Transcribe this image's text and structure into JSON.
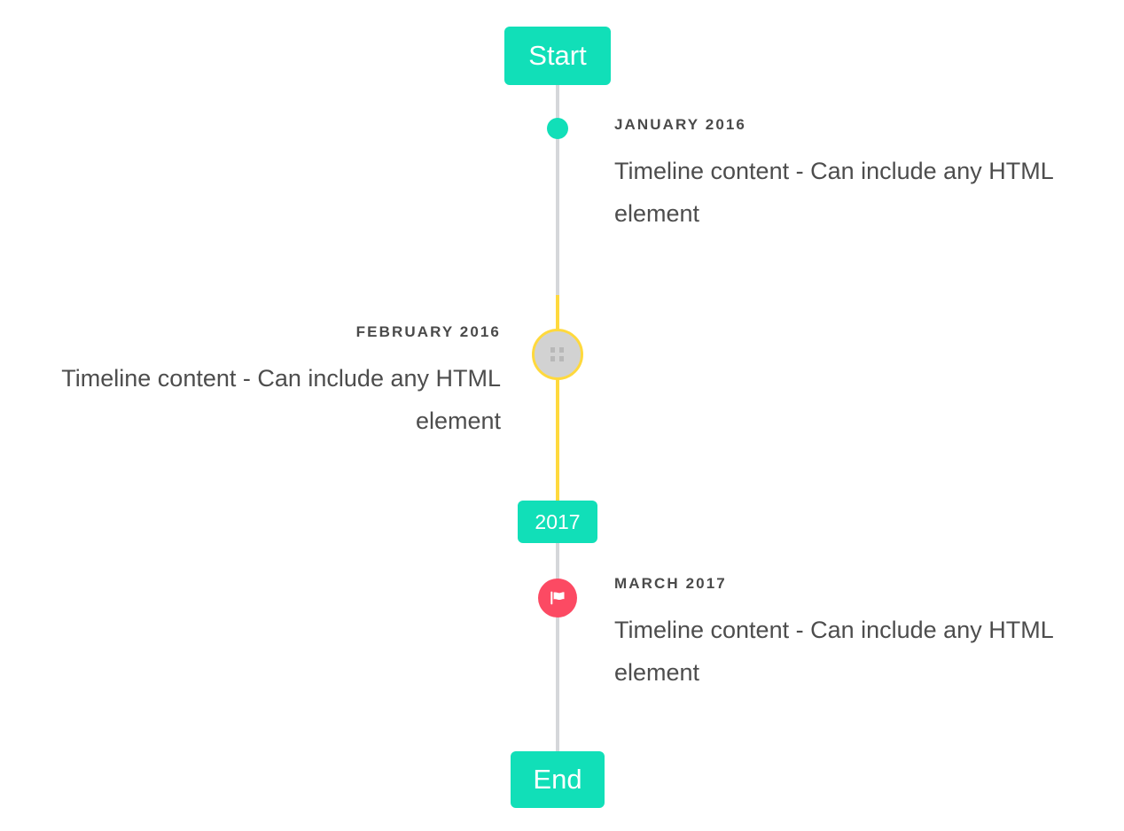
{
  "timeline": {
    "start_label": "Start",
    "end_label": "End",
    "year_divider_label": "2017",
    "colors": {
      "accent_teal": "#11dfb8",
      "rail_gray": "#d5d7da",
      "rail_yellow": "#ffd93d",
      "marker_gray": "#d2d2d2",
      "marker_pink": "#fc4a63",
      "heading_text": "#4a4a4a",
      "body_text": "#4d4d4d",
      "background": "#ffffff"
    },
    "entries": [
      {
        "heading": "JANUARY 2016",
        "body": "Timeline content - Can include any HTML element",
        "side": "right",
        "marker": "filled-dot",
        "marker_icon": "dot-icon"
      },
      {
        "heading": "FEBRUARY 2016",
        "body": "Timeline content - Can include any HTML element",
        "side": "left",
        "marker": "ringed-circle",
        "marker_icon": "image-placeholder-icon"
      },
      {
        "heading": "MARCH 2017",
        "body": "Timeline content - Can include any HTML element",
        "side": "right",
        "marker": "flag-circle",
        "marker_icon": "flag-icon"
      }
    ]
  }
}
